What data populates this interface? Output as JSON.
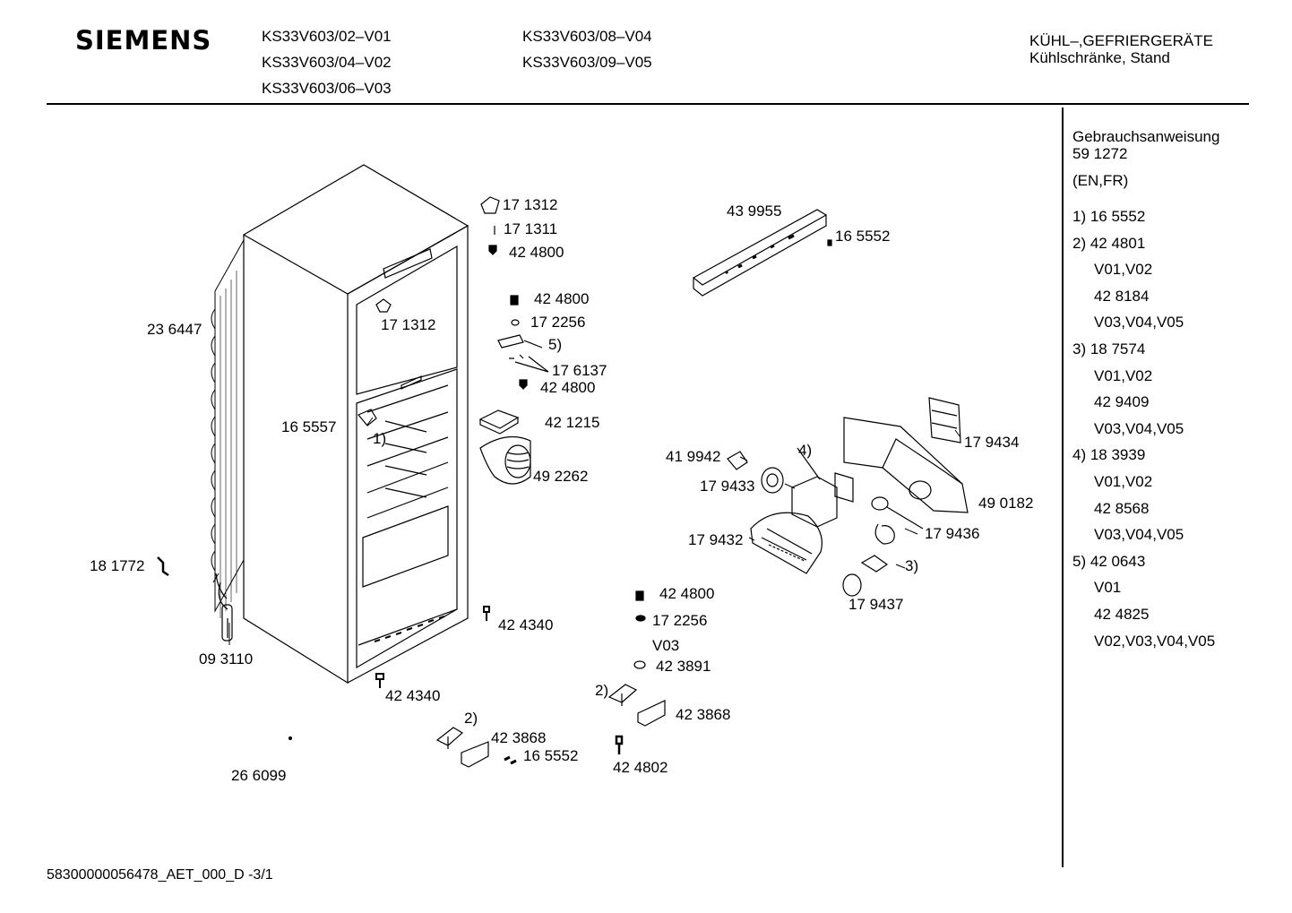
{
  "header": {
    "brand": "SIEMENS",
    "models_col1": [
      "KS33V603/02–V01",
      "KS33V603/04–V02",
      "KS33V603/06–V03"
    ],
    "models_col2": [
      "KS33V603/08–V04",
      "KS33V603/09–V05"
    ],
    "category_line1": "KÜHL–,GEFRIERGERÄTE",
    "category_line2": "Kühlschränke, Stand"
  },
  "sidebar": {
    "manual_title": "Gebrauchsanweisung",
    "manual_number": "59 1272",
    "manual_langs": "(EN,FR)",
    "notes": [
      {
        "text": "1)  16 5552",
        "indent": false
      },
      {
        "text": "2)  42 4801",
        "indent": false
      },
      {
        "text": "V01,V02",
        "indent": true
      },
      {
        "text": "42 8184",
        "indent": true
      },
      {
        "text": "V03,V04,V05",
        "indent": true
      },
      {
        "text": "3)  18 7574",
        "indent": false
      },
      {
        "text": "V01,V02",
        "indent": true
      },
      {
        "text": "42 9409",
        "indent": true
      },
      {
        "text": "V03,V04,V05",
        "indent": true
      },
      {
        "text": "4)  18 3939",
        "indent": false
      },
      {
        "text": "V01,V02",
        "indent": true
      },
      {
        "text": "42 8568",
        "indent": true
      },
      {
        "text": "V03,V04,V05",
        "indent": true
      },
      {
        "text": "5)  42 0643",
        "indent": false
      },
      {
        "text": "V01",
        "indent": true
      },
      {
        "text": "42 4825",
        "indent": true
      },
      {
        "text": "V02,V03,V04,V05",
        "indent": true
      }
    ]
  },
  "parts": {
    "p_236447": "23 6447",
    "p_181772": "18 1772",
    "p_093110": "09 3110",
    "p_266099": "26 6099",
    "p_165557": "16 5557",
    "p_ref1_cabinet": "1)",
    "p_171312_inner": "17 1312",
    "p_424340_a": "42 4340",
    "p_424340_b": "42 4340",
    "p_171312_top": "17 1312",
    "p_171311": "17 1311",
    "p_424800_a": "42 4800",
    "p_424800_b": "42 4800",
    "p_172256_a": "17 2256",
    "p_ref5": "5)",
    "p_176137": "17 6137",
    "p_424800_c": "42 4800",
    "p_421215": "42 1215",
    "p_492262": "49 2262",
    "p_ref2_a": "2)",
    "p_423868_a": "42 3868",
    "p_165552_bottom": "16 5552",
    "p_424800_d": "42 4800",
    "p_172256_b": "17 2256",
    "p_v03": "V03",
    "p_423891": "42 3891",
    "p_ref2_b": "2)",
    "p_423868_b": "42 3868",
    "p_424802": "42 4802",
    "p_439955": "43 9955",
    "p_165552_top": "16 5552",
    "p_419942": "41 9942",
    "p_ref4": "4)",
    "p_179433": "17 9433",
    "p_179432": "17 9432",
    "p_179434": "17 9434",
    "p_490182": "49 0182",
    "p_179436": "17 9436",
    "p_ref3": "3)",
    "p_179437": "17 9437"
  },
  "footer": {
    "doc_id": "58300000056478_AET_000_D -3/1"
  }
}
